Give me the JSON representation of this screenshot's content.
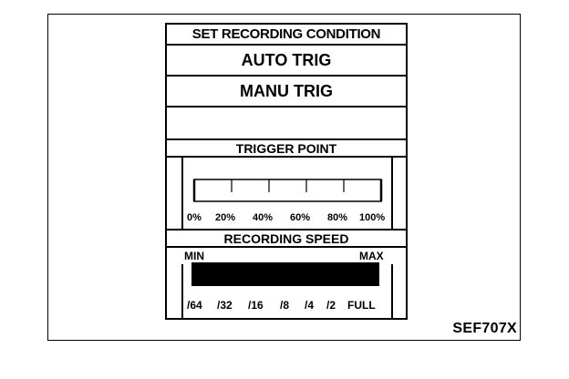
{
  "panel": {
    "title": "SET RECORDING CONDITION",
    "auto_trig_label": "AUTO TRIG",
    "manu_trig_label": "MANU TRIG"
  },
  "trigger_point": {
    "label": "TRIGGER POINT",
    "scale_labels": [
      "0%",
      "20%",
      "40%",
      "60%",
      "80%",
      "100%"
    ]
  },
  "recording_speed": {
    "label": "RECORDING SPEED",
    "min_label": "MIN",
    "max_label": "MAX",
    "scale_labels": [
      "/64",
      "/32",
      "/16",
      "/8",
      "/4",
      "/2",
      "FULL"
    ],
    "level": 1.0
  },
  "figure_code": "SEF707X"
}
